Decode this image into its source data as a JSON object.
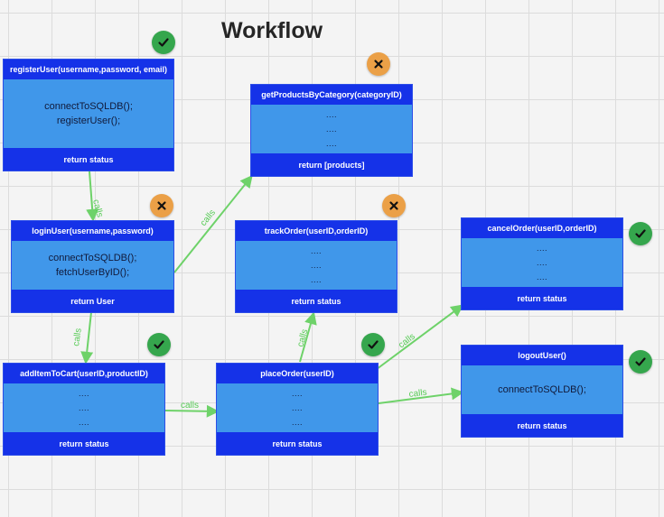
{
  "title": "Workflow",
  "connector_label": "calls",
  "colors": {
    "card_header": "#1532e8",
    "card_body": "#4097ea",
    "arrow": "#6ed269",
    "status_ok": "#35a64d",
    "status_fail": "#eba047"
  },
  "cards": {
    "registerUser": {
      "header": "registerUser(username,password, email)",
      "lines": [
        "connectToSQLDB();",
        "registerUser();"
      ],
      "footer": "return status",
      "status": "check-icon"
    },
    "getProducts": {
      "header": "getProductsByCategory(categoryID)",
      "lines": [
        "....",
        "....",
        "...."
      ],
      "footer": "return [products]",
      "status": "x-icon"
    },
    "loginUser": {
      "header": "loginUser(username,password)",
      "lines": [
        "connectToSQLDB();",
        "fetchUserByID();"
      ],
      "footer": "return User",
      "status": "x-icon"
    },
    "trackOrder": {
      "header": "trackOrder(userID,orderID)",
      "lines": [
        "....",
        "....",
        "...."
      ],
      "footer": "return status",
      "status": "x-icon"
    },
    "cancelOrder": {
      "header": "cancelOrder(userID,orderID)",
      "lines": [
        "....",
        "....",
        "...."
      ],
      "footer": "return status",
      "status": "check-icon"
    },
    "addItemToCart": {
      "header": "addItemToCart(userID,productID)",
      "lines": [
        "....",
        "....",
        "...."
      ],
      "footer": "return status",
      "status": "check-icon"
    },
    "placeOrder": {
      "header": "placeOrder(userID)",
      "lines": [
        "....",
        "....",
        "...."
      ],
      "footer": "return status",
      "status": "check-icon"
    },
    "logoutUser": {
      "header": "logoutUser()",
      "lines": [
        "connectToSQLDB();"
      ],
      "footer": "return status",
      "status": "check-icon"
    }
  }
}
